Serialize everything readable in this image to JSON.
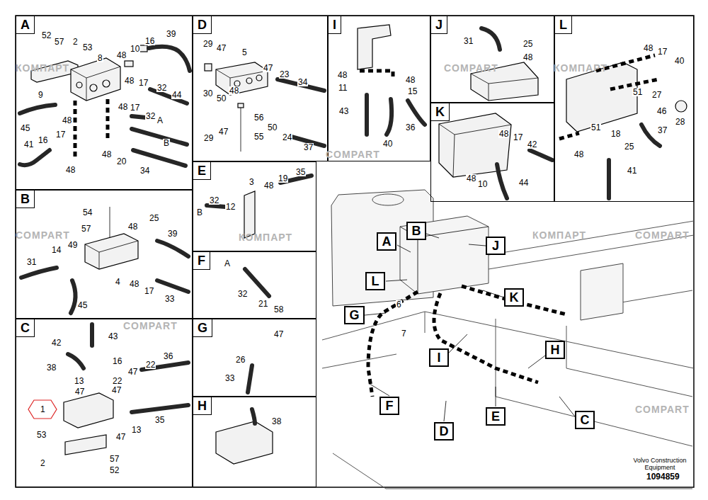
{
  "diagram": {
    "nodes": [
      {
        "text": [
          "A"
        ]
      },
      {
        "text": [
          "D"
        ]
      },
      {
        "text": [
          "I"
        ]
      },
      {
        "text": [
          "J"
        ]
      },
      {
        "text": [
          "L"
        ]
      },
      {
        "text": [
          "K"
        ]
      },
      {
        "text": [
          "B"
        ]
      },
      {
        "text": [
          "E"
        ]
      },
      {
        "text": [
          "F"
        ]
      },
      {
        "text": [
          "C"
        ]
      },
      {
        "text": [
          "G"
        ]
      },
      {
        "text": [
          "H"
        ]
      },
      {
        "text": [
          "A"
        ]
      },
      {
        "text": [
          "B"
        ]
      },
      {
        "text": [
          "J"
        ]
      },
      {
        "text": [
          "L"
        ]
      },
      {
        "text": [
          "K"
        ]
      },
      {
        "text": [
          "G"
        ]
      },
      {
        "text": [
          "I"
        ]
      },
      {
        "text": [
          "H"
        ]
      },
      {
        "text": [
          "F"
        ]
      },
      {
        "text": [
          "E"
        ]
      },
      {
        "text": [
          "D"
        ]
      },
      {
        "text": [
          "C"
        ]
      }
    ],
    "labels": [
      "52",
      "57",
      "2",
      "53",
      "8",
      "48",
      "10",
      "16",
      "39",
      "9",
      "48",
      "17",
      "32",
      "44",
      "48",
      "17",
      "32",
      "A",
      "45",
      "48",
      "17",
      "16",
      "41",
      "48",
      "20",
      "B",
      "48",
      "34",
      "29",
      "47",
      "5",
      "47",
      "23",
      "34",
      "30",
      "50",
      "48",
      "56",
      "29",
      "47",
      "55",
      "50",
      "24",
      "37",
      "48",
      "11",
      "43",
      "48",
      "15",
      "36",
      "40",
      "31",
      "25",
      "48",
      "48",
      "17",
      "42",
      "48",
      "10",
      "44",
      "48",
      "17",
      "40",
      "51",
      "27",
      "46",
      "28",
      "51",
      "18",
      "37",
      "48",
      "25",
      "41",
      "54",
      "57",
      "25",
      "48",
      "39",
      "14",
      "49",
      "31",
      "4",
      "48",
      "17",
      "45",
      "33",
      "43",
      "42",
      "16",
      "38",
      "36",
      "13",
      "22",
      "47",
      "22",
      "47",
      "47",
      "1",
      "35",
      "47",
      "13",
      "53",
      "57",
      "2",
      "52",
      "3",
      "48",
      "19",
      "35",
      "32",
      "12",
      "B",
      "A",
      "32",
      "21",
      "58",
      "47",
      "26",
      "33",
      "38",
      "6",
      "7",
      "Volvo Construction Equipment",
      "1094859",
      "КОМПАРТ",
      "COMPART",
      "COMPART",
      "КОМПАРТ",
      "COMPART",
      "КОМПАРТ",
      "COMPART",
      "КОМПАРТ",
      "COMPART",
      "COMPART"
    ]
  }
}
